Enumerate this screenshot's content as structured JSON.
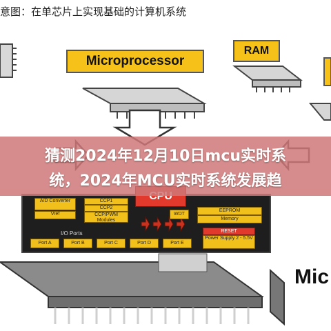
{
  "caption": "意图：在单芯片上实现基础的计算机系统",
  "labels": {
    "microprocessor": "Microprocessor",
    "ram": "RAM",
    "mic": "Mic",
    "cpu": "CPU",
    "memory": "Memory",
    "eeprom": "EEPROM",
    "wdt": "WDT",
    "io_ports": "I/O Ports",
    "ad": "A/D Converter",
    "vref": "Vref",
    "ccp1": "CCP1",
    "ccp2": "CCP2",
    "ccp_pwm": "CCP/PWM Modules",
    "reset": "RESET",
    "power": "Power Supply 2 - 5.5V",
    "ports": [
      "Port A",
      "Port B",
      "Port C",
      "Port D",
      "Port E"
    ]
  },
  "overlay_title": {
    "line1": "猜测2024年12月10日mcu实时系",
    "line2": "统，2024年MCU实时系统发展趋"
  },
  "colors": {
    "chip_yellow": "#f6c21a",
    "board_dark": "#1e1e1e",
    "overlay_red": "#cf7878",
    "arrow_red": "#c8321f"
  }
}
